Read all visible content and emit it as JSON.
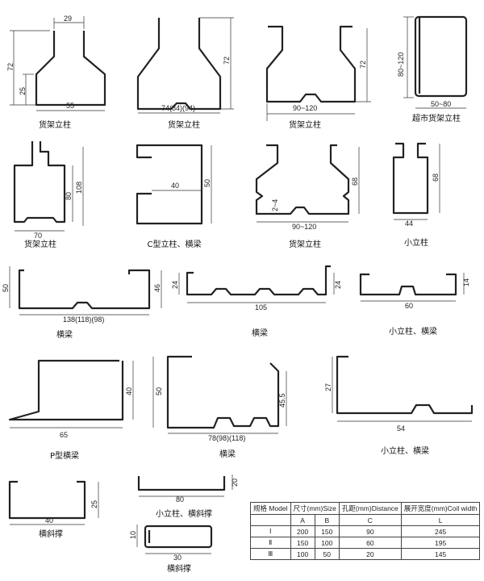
{
  "profiles": [
    {
      "caption": "货架立柱",
      "dims": [
        "29",
        "72",
        "25",
        "55"
      ]
    },
    {
      "caption": "货架立柱",
      "dims": [
        "72",
        "74(84)(94)"
      ]
    },
    {
      "caption": "货架立柱",
      "dims": [
        "72",
        "90~120"
      ]
    },
    {
      "caption": "超市货架立柱",
      "dims": [
        "80~120",
        "50~80"
      ]
    },
    {
      "caption": "货架立柱",
      "dims": [
        "108",
        "80",
        "70"
      ]
    },
    {
      "caption": "C型立柱、横梁",
      "dims": [
        "40",
        "50"
      ]
    },
    {
      "caption": "货架立柱",
      "dims": [
        "68",
        "2~4",
        "90~120"
      ]
    },
    {
      "caption": "小立柱",
      "dims": [
        "68",
        "44"
      ]
    },
    {
      "caption": "横梁",
      "dims": [
        "50",
        "46",
        "138(118)(98)"
      ]
    },
    {
      "caption": "横梁",
      "dims": [
        "24",
        "24",
        "105"
      ]
    },
    {
      "caption": "小立柱、横梁",
      "dims": [
        "14",
        "60"
      ]
    },
    {
      "caption": "P型横梁",
      "dims": [
        "40",
        "65"
      ]
    },
    {
      "caption": "横梁",
      "dims": [
        "50",
        "45.5",
        "78(98)(118)"
      ]
    },
    {
      "caption": "小立柱、横梁",
      "dims": [
        "27",
        "54"
      ]
    },
    {
      "caption": "横斜撑",
      "dims": [
        "25",
        "40"
      ]
    },
    {
      "caption": "小立柱、横斜撑",
      "dims": [
        "20",
        "80"
      ]
    },
    {
      "caption": "横斜撑",
      "dims": [
        "10",
        "30"
      ]
    }
  ],
  "table": {
    "headers": [
      "规格 Model",
      "尺寸(mm)Size",
      "孔距(mm)Distance",
      "展开宽度(mm)Coil width"
    ],
    "subheaders": [
      "",
      "A",
      "B",
      "C",
      "L"
    ],
    "rows": [
      [
        "Ⅰ",
        "200",
        "150",
        "90",
        "245"
      ],
      [
        "Ⅱ",
        "150",
        "100",
        "60",
        "195"
      ],
      [
        "Ⅲ",
        "100",
        "50",
        "20",
        "145"
      ]
    ]
  }
}
